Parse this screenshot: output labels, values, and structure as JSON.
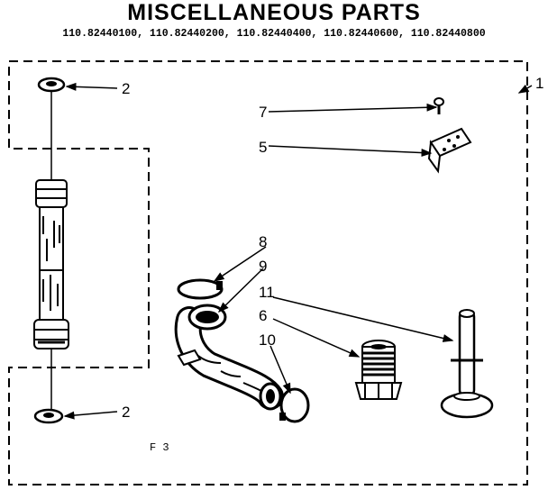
{
  "header": {
    "title": "MISCELLANEOUS PARTS",
    "models": "110.82440100, 110.82440200, 110.82440400, 110.82440600, 110.82440800"
  },
  "callouts": {
    "c1": "1",
    "c2a": "2",
    "c2b": "2",
    "c5": "5",
    "c6": "6",
    "c7": "7",
    "c8": "8",
    "c9": "9",
    "c10": "10",
    "c11": "11"
  },
  "figure_label": "F 3"
}
